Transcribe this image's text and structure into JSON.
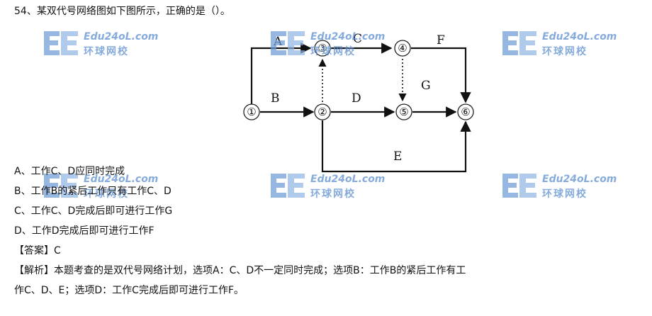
{
  "question": {
    "stem": "54、某双代号网络图如下图所示，正确的是（）。",
    "options": [
      "A、工作C、D应同时完成",
      "B、工作B的紧后工作只有工作C、D",
      "C、工作C、D完成后即可进行工作G",
      "D、工作D完成后即可进行工作F"
    ],
    "answer": "【答案】C",
    "analysis_line1": "【解析】本题考查的是双代号网络计划，选项A：C、D不一定同时完成；选项B：工作B的紧后工作有工",
    "analysis_line2": "作C、D、E；选项D：工作C完成后即可进行工作F。"
  },
  "diagram": {
    "nodes": [
      "①",
      "②",
      "③",
      "④",
      "⑤",
      "⑥"
    ],
    "activities": [
      "A",
      "B",
      "C",
      "D",
      "E",
      "F",
      "G"
    ]
  },
  "watermark": {
    "url_text": "Edu24oL.com",
    "cn_text": "环球网校",
    "color": "#5b8fd0"
  }
}
